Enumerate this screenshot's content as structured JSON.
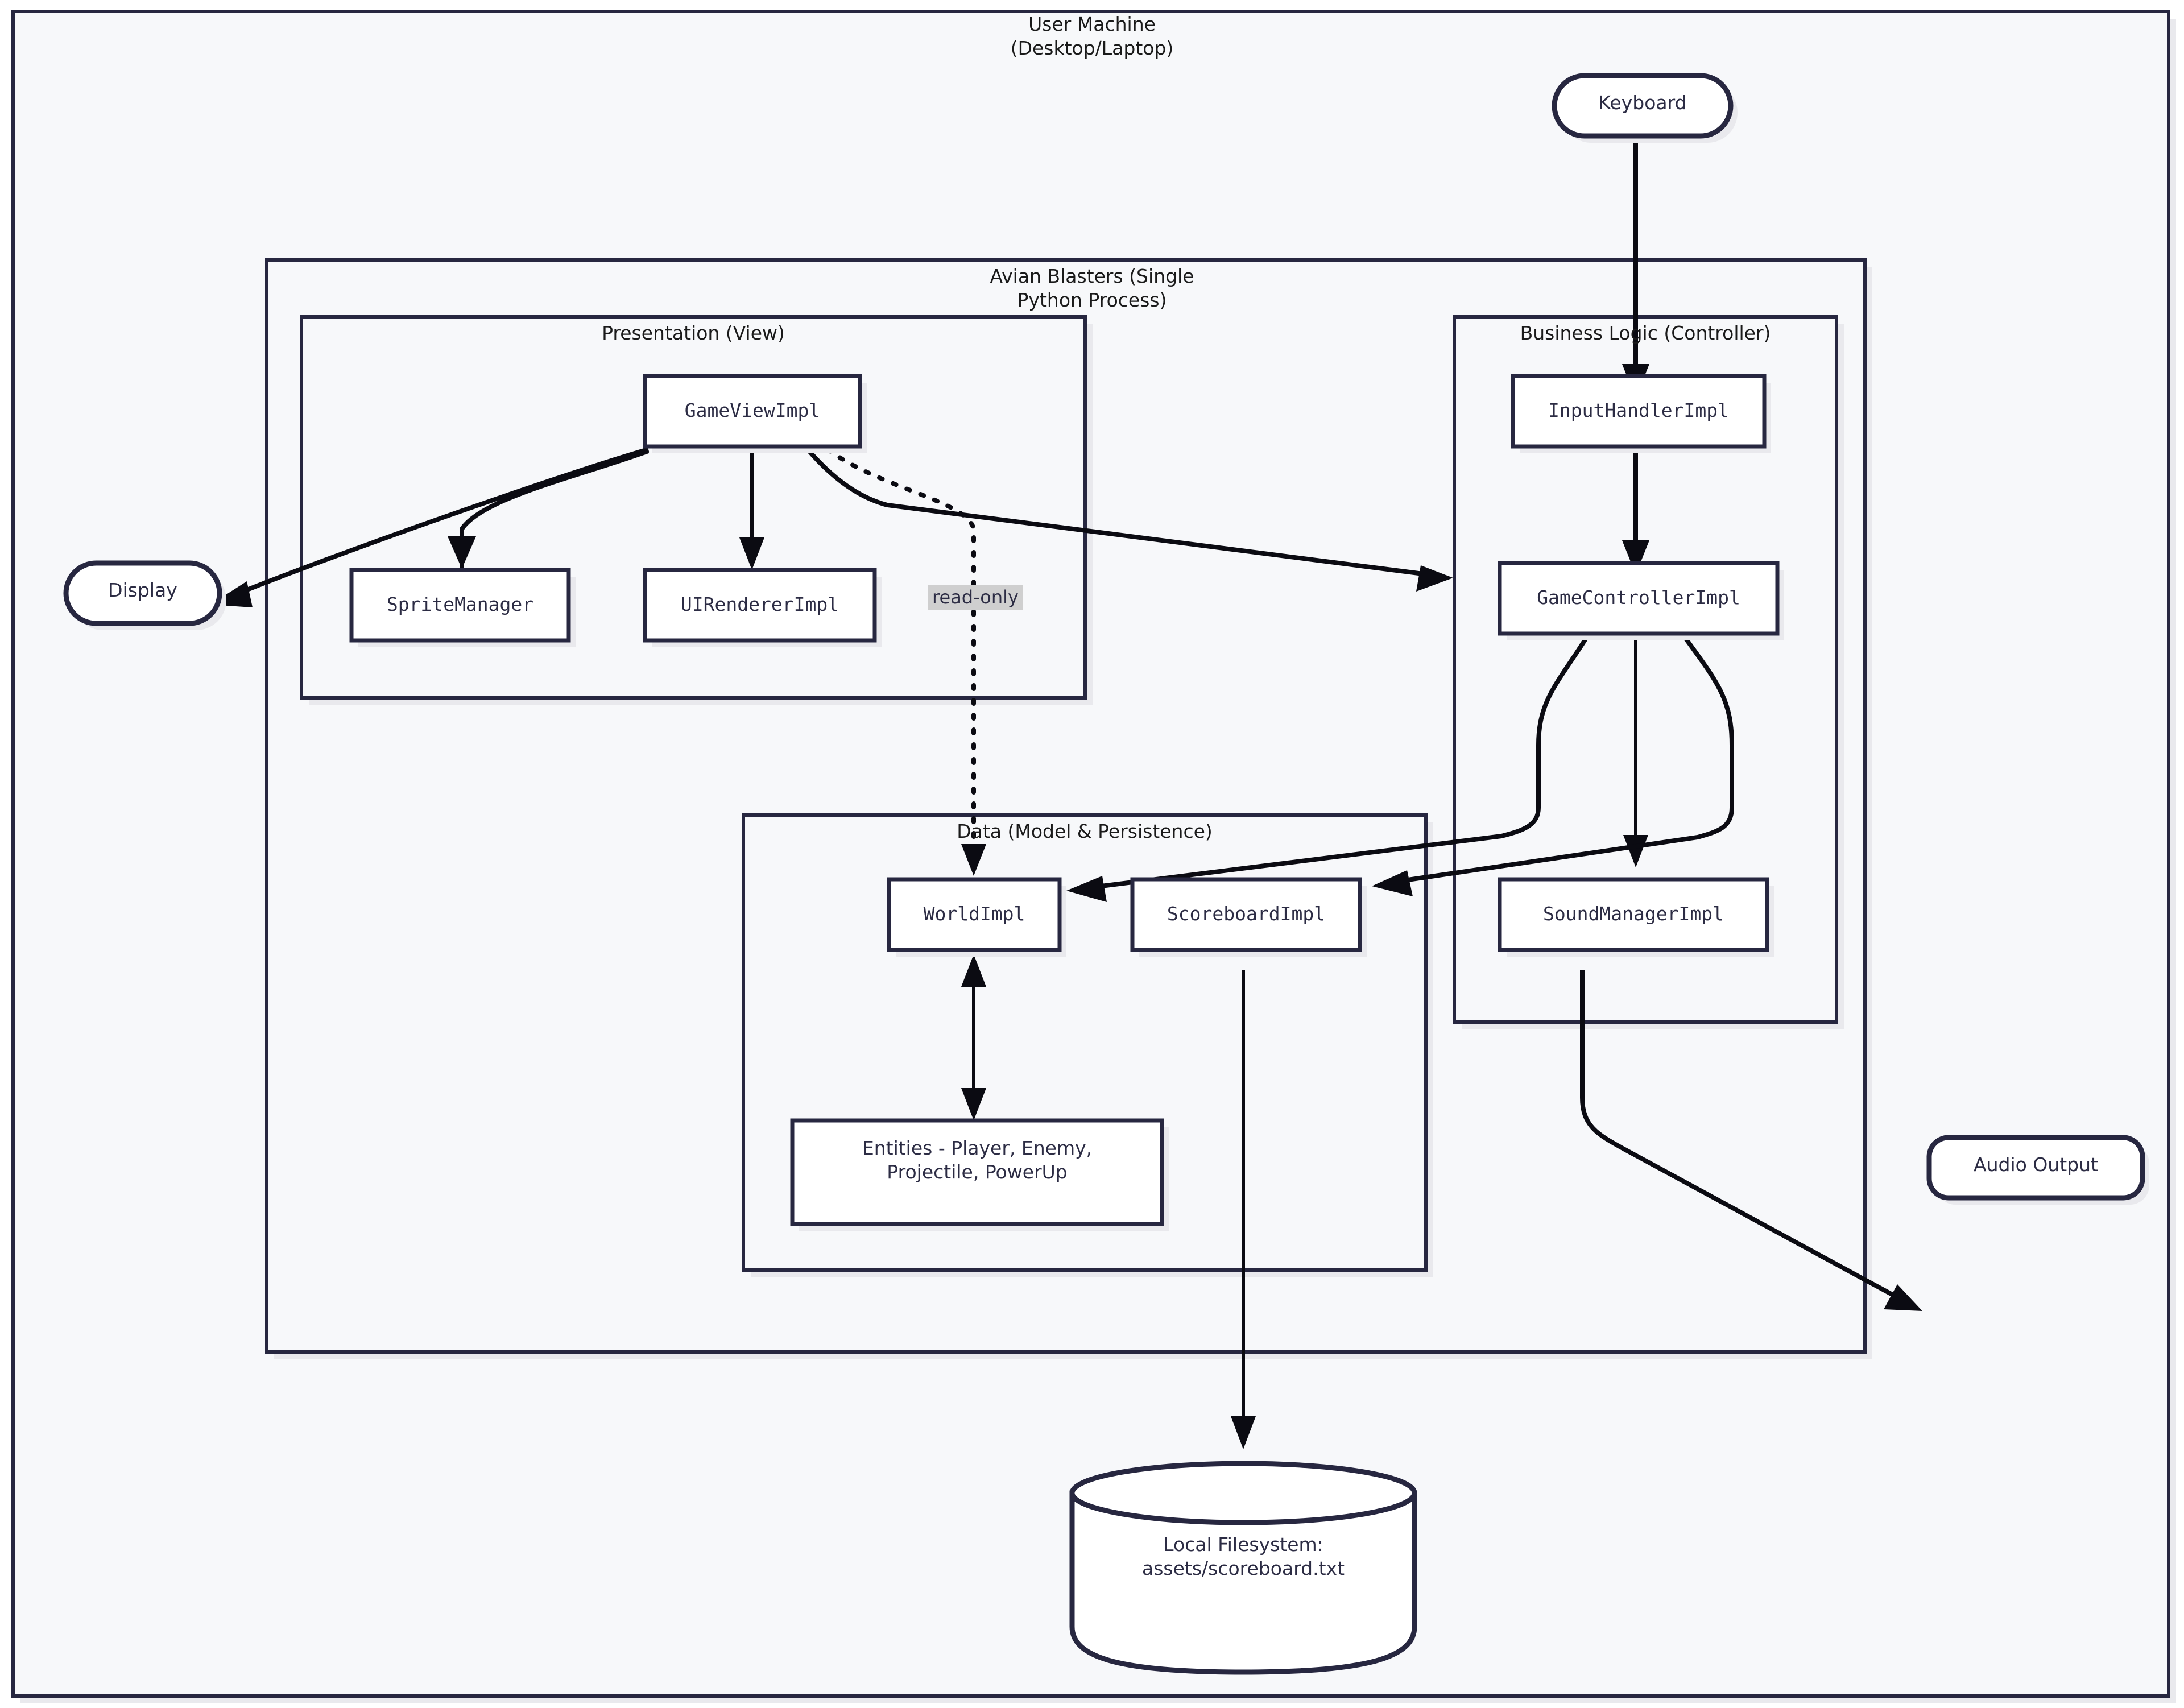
{
  "diagram": {
    "outer_frame": {
      "label": "User Machine\n(Desktop/Laptop)"
    },
    "process_container": {
      "label": "Avian Blasters (Single\nPython Process)"
    },
    "clusters": [
      {
        "id": "presentation",
        "label": "Presentation (View)"
      },
      {
        "id": "business",
        "label": "Business Logic (Controller)"
      },
      {
        "id": "data",
        "label": "Data (Model & Persistence)"
      }
    ],
    "nodes": {
      "keyboard": {
        "label": "Keyboard",
        "shape": "stadium"
      },
      "display": {
        "label": "Display",
        "shape": "stadium"
      },
      "audio_output": {
        "label": "Audio Output",
        "shape": "stadium"
      },
      "game_view": {
        "label": "GameViewImpl",
        "shape": "rect"
      },
      "sprite_manager": {
        "label": "SpriteManager",
        "shape": "rect"
      },
      "ui_renderer": {
        "label": "UIRendererImpl",
        "shape": "rect"
      },
      "input_handler": {
        "label": "InputHandlerImpl",
        "shape": "rect"
      },
      "game_controller": {
        "label": "GameControllerImpl",
        "shape": "rect"
      },
      "sound_manager": {
        "label": "SoundManagerImpl",
        "shape": "rect"
      },
      "world": {
        "label": "WorldImpl",
        "shape": "rect"
      },
      "scoreboard": {
        "label": "ScoreboardImpl",
        "shape": "rect"
      },
      "entities": {
        "label": "Entities - Player, Enemy,\nProjectile, PowerUp",
        "shape": "rect"
      },
      "filesystem": {
        "label": "Local Filesystem:\nassets/scoreboard.txt",
        "shape": "cylinder"
      }
    },
    "edge_labels": {
      "read_only": "read-only"
    },
    "colors": {
      "stroke": "#272740",
      "edge": "#0b0b12",
      "cluster_fill": "#f7f8fa",
      "node_fill": "#ffffff",
      "page_bg": "#ffffff",
      "edge_label_bg": "#cfcfcf"
    }
  }
}
